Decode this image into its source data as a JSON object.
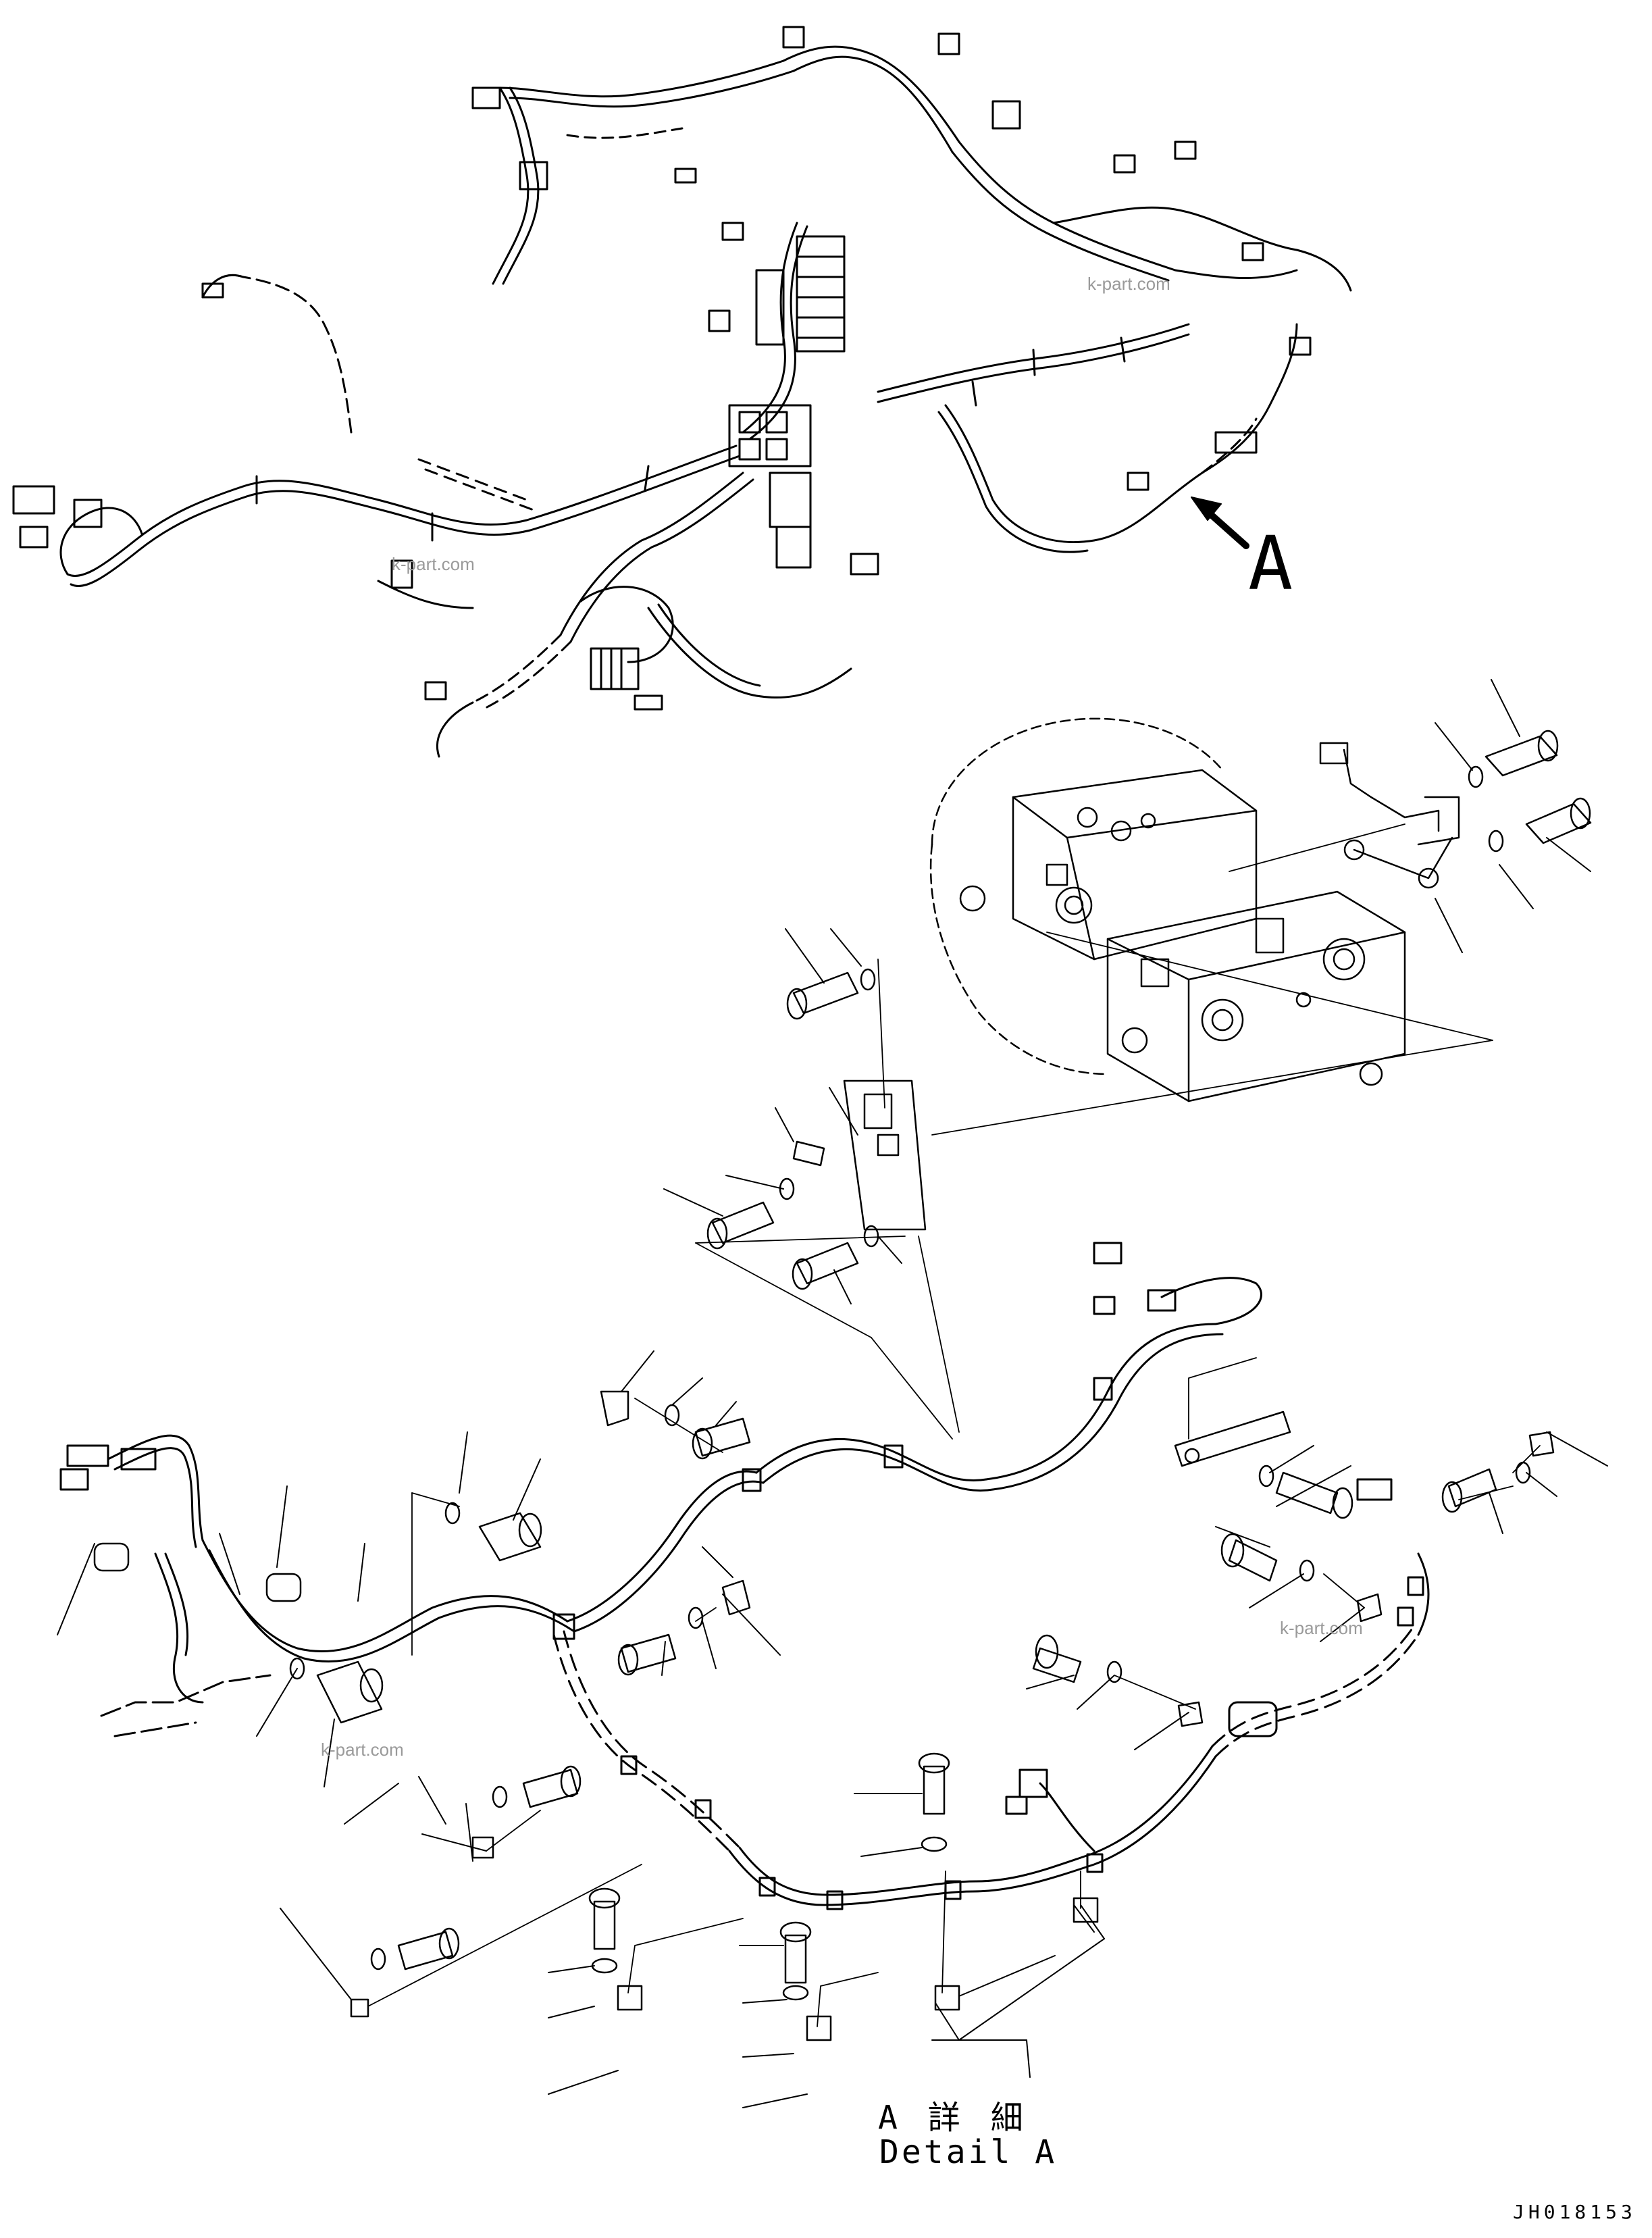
{
  "view_callout": {
    "letter": "A"
  },
  "detail_caption": {
    "japanese": "A 詳 細",
    "english": "Detail A"
  },
  "drawing_number": "JH018153",
  "watermarks": [
    "k-part.com",
    "k-part.com",
    "k-part.com",
    "k-part.com"
  ]
}
